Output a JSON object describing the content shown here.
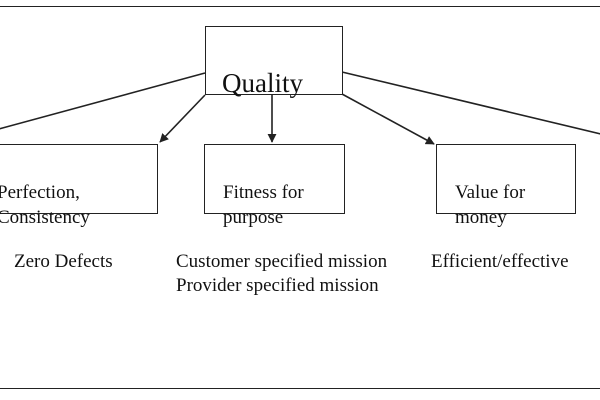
{
  "diagram": {
    "root": {
      "label": "Quality"
    },
    "children": [
      {
        "label": "Perfection,\nConsistency",
        "caption": [
          "Zero Defects"
        ]
      },
      {
        "label": "Fitness for\npurpose",
        "caption": [
          "Customer specified mission",
          "Provider specified mission"
        ]
      },
      {
        "label": "Value for\nmoney",
        "caption": [
          "Efficient/effective"
        ]
      },
      {
        "label": "",
        "caption": []
      }
    ],
    "colors": {
      "line": "#222222",
      "text": "#111111",
      "background": "#ffffff"
    }
  }
}
